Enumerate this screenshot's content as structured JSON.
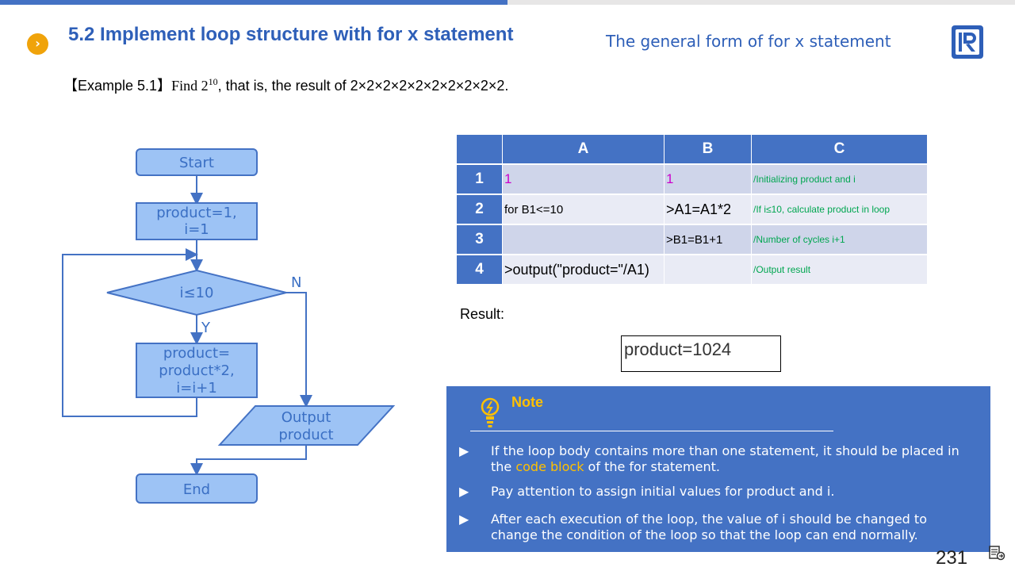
{
  "header": {
    "title": "5.2 Implement loop structure with for x statement",
    "subtitle": "The general form of for x statement",
    "logo_icon": "raqsoft-r-logo-icon",
    "accent": "#4472c4",
    "bullet_color": "#f0a30a"
  },
  "example": {
    "prefix": "【Example 5.1】",
    "find": "Find 2",
    "exponent": "10",
    "rest": ", that is, the result of 2×2×2×2×2×2×2×2×2×2."
  },
  "flowchart": {
    "start": "Start",
    "init_line1": "product=1,",
    "init_line2": "i=1",
    "condition": "i≤10",
    "yes_label": "Y",
    "no_label": "N",
    "body_line1": "product=",
    "body_line2": "product*2,",
    "body_line3": "i=i+1",
    "output_line1": "Output",
    "output_line2": "product",
    "end": "End",
    "shape_fill": "#9dc3f5",
    "line_color": "#4472c4"
  },
  "table": {
    "columns": [
      "A",
      "B",
      "C"
    ],
    "rows": [
      {
        "num": "1",
        "a": "1",
        "b": "1",
        "c": "/Initializing product and i"
      },
      {
        "num": "2",
        "a": "for B1<=10",
        "b": ">A1=A1*2",
        "c": "/If i≤10, calculate product in loop"
      },
      {
        "num": "3",
        "a": "",
        "b": ">B1=B1+1",
        "c": "/Number of cycles i+1"
      },
      {
        "num": "4",
        "a": ">output(\"product=\"/A1)",
        "b": "",
        "c": "/Output result"
      }
    ]
  },
  "result": {
    "label": "Result:",
    "value": "product=1024"
  },
  "note": {
    "title": "Note",
    "icon": "lightbulb-icon",
    "items": [
      {
        "before": "If the loop body contains more than one statement, it should be placed in the ",
        "highlight": "code block",
        "after": " of the for statement."
      },
      {
        "before": "Pay attention to assign initial values for product and i.",
        "highlight": "",
        "after": ""
      },
      {
        "before": "After each execution of the loop, the value of i should be changed to change the condition of the loop so that the loop can end normally.",
        "highlight": "",
        "after": ""
      }
    ],
    "bullet": "▶"
  },
  "footer": {
    "page_number": "231",
    "corner_icon": "notes-icon"
  }
}
